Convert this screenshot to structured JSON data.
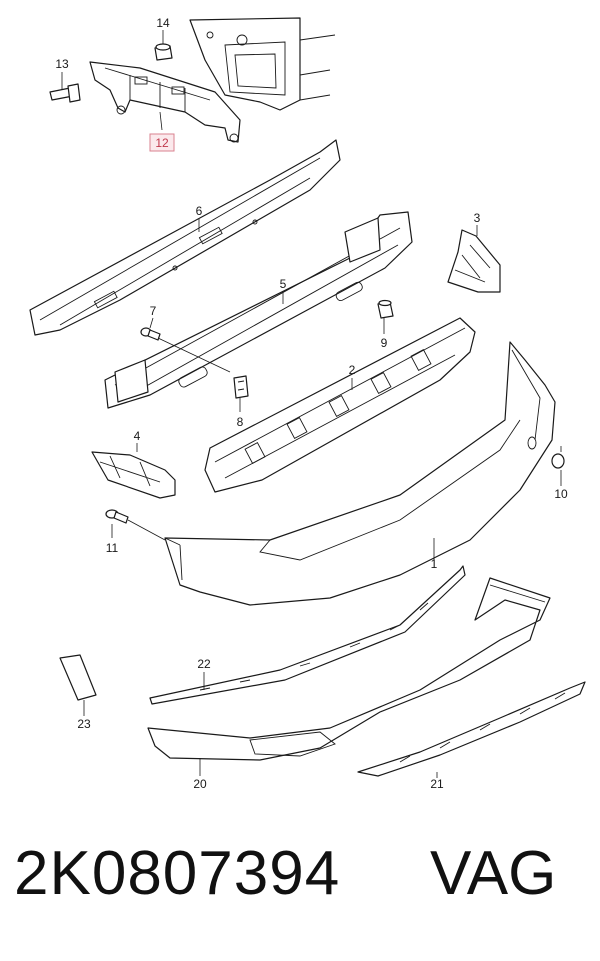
{
  "callouts": {
    "c1": "1",
    "c2": "2",
    "c3": "3",
    "c4": "4",
    "c5": "5",
    "c6": "6",
    "c7": "7",
    "c8": "8",
    "c9": "9",
    "c10": "10",
    "c11": "11",
    "c12": "12",
    "c13": "13",
    "c14": "14",
    "c20": "20",
    "c21": "21",
    "c22": "22",
    "c23": "23"
  },
  "highlight_color": "#c0394d",
  "footer": {
    "part_number": "2K0807394",
    "brand": "VAG"
  }
}
